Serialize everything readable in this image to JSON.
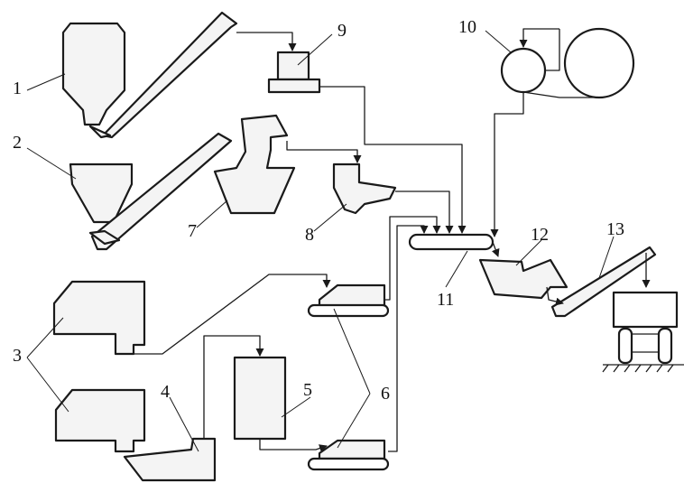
{
  "diagram": {
    "labels": {
      "n1": "1",
      "n2": "2",
      "n3": "3",
      "n4": "4",
      "n5": "5",
      "n6": "6",
      "n7": "7",
      "n8": "8",
      "n9": "9",
      "n10": "10",
      "n11": "11",
      "n12": "12",
      "n13": "13"
    }
  }
}
